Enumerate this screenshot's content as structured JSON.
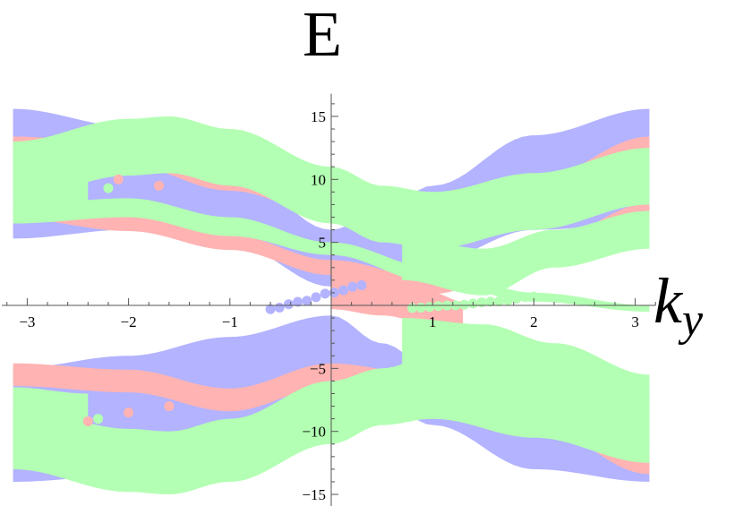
{
  "chart_data": {
    "type": "scatter",
    "title": "E",
    "xlabel": "k_y",
    "xlabel_main": "k",
    "xlabel_sub": "y",
    "ylabel": "E",
    "xlim": [
      -3.14159,
      3.14159
    ],
    "ylim": [
      -15.5,
      16.5
    ],
    "grid": false,
    "legend": null,
    "x_ticks": [
      -3,
      -2,
      -1,
      1,
      2,
      3
    ],
    "y_ticks": [
      -15,
      -10,
      -5,
      5,
      10,
      15
    ],
    "x_tick_labels": [
      "−3",
      "−2",
      "−1",
      "1",
      "2",
      "3"
    ],
    "y_tick_labels": [
      "−15",
      "−10",
      "−5",
      "5",
      "10",
      "15"
    ],
    "colors": {
      "blue": "#b3b3ff",
      "red": "#ffb3b3",
      "green": "#b3ffb3"
    },
    "series": [
      {
        "name": "blue bands",
        "color": "#b3b3ff",
        "description": "Dense band of eigenvalues; upper band from E≈15.5 at ky=-π descending to ≈2 near ky≈0.3 and rising to ≈15.5 at ky=π; mirror lower band",
        "upper_band": {
          "x": [
            -3.14,
            -2,
            -1,
            0,
            0.5,
            1,
            2,
            3.14
          ],
          "top": [
            15.6,
            14.2,
            11.0,
            6.0,
            7.5,
            9.5,
            13.5,
            15.6
          ],
          "bottom": [
            5.3,
            6.0,
            5.0,
            1.5,
            2.0,
            3.5,
            6.0,
            6.5
          ]
        },
        "lower_band": {
          "x": [
            -3.14,
            -2,
            -1,
            0,
            0.5,
            1,
            2,
            3.14
          ],
          "top": [
            -5.0,
            -4.0,
            -2.5,
            -0.8,
            -3.0,
            -5.0,
            -6.0,
            -6.5
          ],
          "bottom": [
            -14.0,
            -13.5,
            -11.0,
            -7.0,
            -7.5,
            -9.5,
            -13.0,
            -14.0
          ]
        },
        "edge_state": {
          "x": [
            -0.6,
            -0.3,
            0,
            0.3
          ],
          "y": [
            -0.3,
            0.3,
            1.0,
            1.6
          ]
        }
      },
      {
        "name": "red bands",
        "color": "#ffb3b3",
        "description": "Narrow bands bordering blue and green regions",
        "upper_thin_band": {
          "x": [
            -3.14,
            -2,
            -1,
            0,
            1,
            2,
            3.14
          ],
          "y": [
            12.5,
            12.0,
            10.0,
            8.0,
            7.5,
            9.0,
            12.5
          ]
        },
        "upper_lower_edge": {
          "x": [
            -3.14,
            -2,
            -1,
            0,
            1,
            2,
            3.14
          ],
          "y": [
            7.5,
            6.5,
            5.0,
            3.0,
            1.5,
            4.0,
            7.5
          ]
        },
        "center_band": {
          "x": [
            0,
            0.5,
            1,
            1.3
          ],
          "top": [
            3.5,
            2.5,
            1.0,
            0.3
          ],
          "bottom": [
            -0.3,
            -0.8,
            -1.5,
            -2.0
          ]
        },
        "lower_thin_band": {
          "x": [
            -3.14,
            -2,
            -1,
            0,
            1,
            2,
            3.14
          ],
          "y": [
            -5.5,
            -6.0,
            -7.5,
            -5.5,
            -6.5,
            -8.5,
            -12.5
          ]
        },
        "isolated_points": [
          [
            -2.1,
            10.0
          ],
          [
            -1.7,
            9.5
          ],
          [
            -2.4,
            -9.2
          ],
          [
            -2.0,
            -8.5
          ],
          [
            -1.6,
            -8.0
          ]
        ]
      },
      {
        "name": "green bands",
        "color": "#b3ffb3",
        "description": "Topmost/bottommost bands plus middle band; with discontinuities near ky≈-2.3 and ky≈0.7",
        "upper_band": {
          "x": [
            -3.14,
            -2,
            -1.6,
            -1,
            0,
            0.5,
            1,
            2,
            3.14
          ],
          "top": [
            13.0,
            14.8,
            15.0,
            14.0,
            11.0,
            9.5,
            9.0,
            10.5,
            12.5
          ],
          "bottom": [
            5.3,
            7.5,
            8.0,
            7.5,
            6.5,
            5.0,
            2.5,
            5.0,
            5.5
          ]
        },
        "middle_band": {
          "x": [
            -3.14,
            -2,
            -1,
            0,
            1,
            2,
            3.14
          ],
          "top": [
            8.0,
            8.5,
            7.0,
            5.0,
            3.0,
            1.0,
            0.0
          ],
          "bottom": [
            6.5,
            7.0,
            5.5,
            4.0,
            1.8,
            0.3,
            -0.5
          ]
        },
        "crossing_edge": {
          "x": [
            0.8,
            1.2,
            1.6,
            2.0
          ],
          "y": [
            -0.2,
            0.0,
            0.3,
            0.7
          ]
        },
        "lower_band": {
          "x": [
            -3.14,
            -2,
            -1.6,
            -1,
            0,
            0.5,
            1,
            2,
            3.14
          ],
          "top": [
            -7.0,
            -6.5,
            -7.5,
            -7.0,
            -4.0,
            -5.0,
            -0.5,
            -2.0,
            -5.5
          ],
          "bottom": [
            -13.0,
            -14.8,
            -15.0,
            -14.0,
            -11.0,
            -9.5,
            -9.0,
            -10.5,
            -12.5
          ]
        },
        "isolated_points": [
          [
            -2.2,
            9.3
          ],
          [
            -2.3,
            -9.0
          ],
          [
            -2.3,
            -10.0
          ]
        ]
      }
    ]
  }
}
